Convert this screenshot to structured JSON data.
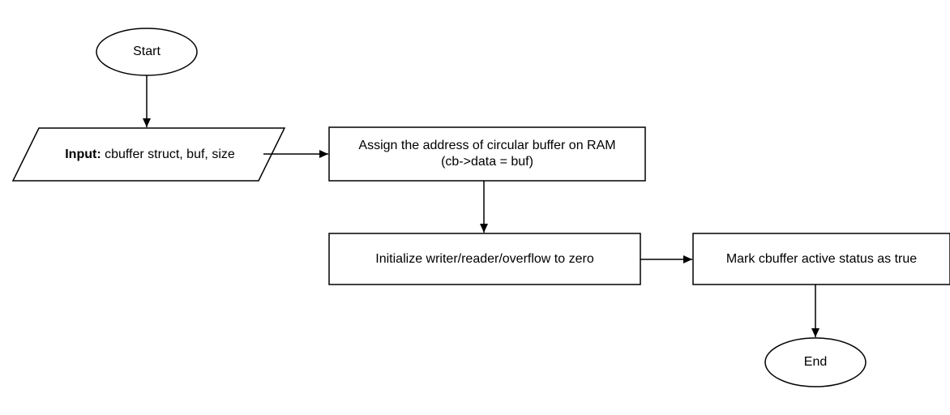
{
  "diagram": {
    "start": {
      "label": "Start"
    },
    "input": {
      "label_bold": "Input:",
      "label_rest": " cbuffer struct, buf, size"
    },
    "assign": {
      "line1": "Assign the address of circular buffer on RAM",
      "line2": "(cb->data = buf)"
    },
    "init": {
      "label": "Initialize writer/reader/overflow to zero"
    },
    "mark": {
      "label": "Mark cbuffer active status as true"
    },
    "end": {
      "label": "End"
    }
  }
}
